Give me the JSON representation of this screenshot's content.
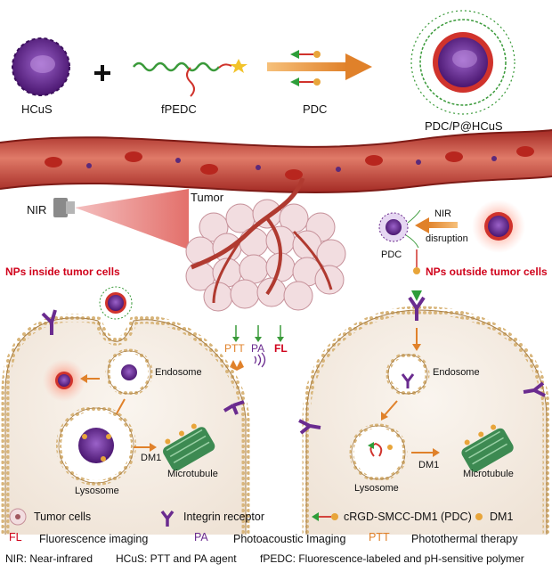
{
  "top": {
    "hcus": "HCuS",
    "plus": "+",
    "fpedc": "fPEDC",
    "pdc": "PDC",
    "product": "PDC/P@HCuS"
  },
  "middle": {
    "tumor": "Tumor",
    "nir": "NIR",
    "nir_disruption_1": "NIR",
    "nir_disruption_2": "disruption",
    "pdc_small": "PDC",
    "inside": "NPs inside tumor cells",
    "outside": "NPs outside tumor cells",
    "ptt": "PTT",
    "pa": "PA",
    "fl": "FL"
  },
  "left_cell": {
    "endosome": "Endosome",
    "lysosome": "Lysosome",
    "dm1": "DM1",
    "microtubule": "Microtubule"
  },
  "right_cell": {
    "endosome": "Endosome",
    "lysosome": "Lysosome",
    "dm1": "DM1",
    "microtubule": "Microtubule"
  },
  "legend": {
    "tumor_cells": "Tumor cells",
    "integrin": "Integrin receptor",
    "pdc_full": "cRGD-SMCC-DM1 (PDC)",
    "dm1": "DM1",
    "fl_key": "FL",
    "fl_desc": "Fluorescence imaging",
    "pa_key": "PA",
    "pa_desc": "Photoacoustic Imaging",
    "ptt_key": "PTT",
    "ptt_desc": "Photothermal therapy",
    "nir_note": "NIR: Near-infrared",
    "hcus_note": "HCuS: PTT and PA agent",
    "fpedc_note": "fPEDC: Fluorescence-labeled and pH-sensitive polymer"
  },
  "colors": {
    "vessel": "#c8443a",
    "cell_fill": "#f5eee6",
    "membrane": "#c7a26a",
    "nano": "#6a2a8c",
    "chain": "#3a9a3a",
    "integrin": "#6a2b8f",
    "arrow": "#e0812a",
    "label_red": "#d0021b"
  }
}
